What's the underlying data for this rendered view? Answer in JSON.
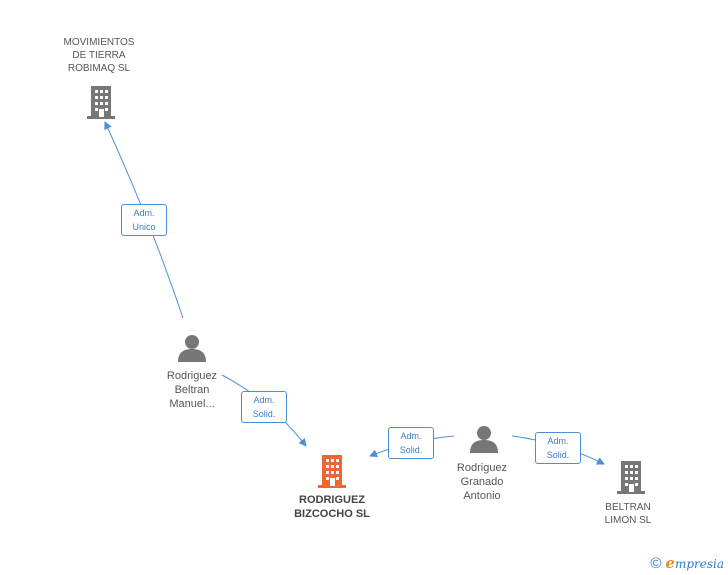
{
  "colors": {
    "edge": "#4a90d9",
    "person_icon": "#777777",
    "company_icon": "#777777",
    "main_company_icon": "#f06633"
  },
  "nodes": {
    "movimientos": {
      "label": "MOVIMIENTOS\nDE TIERRA\nROBIMAQ SL",
      "icon": "building-icon"
    },
    "rodriguez_beltran": {
      "label": "Rodriguez\nBeltran\nManuel...",
      "icon": "person-icon"
    },
    "rodriguez_bizcocho": {
      "label": "RODRIGUEZ\nBIZCOCHO SL",
      "icon": "building-icon"
    },
    "rodriguez_granado": {
      "label": "Rodriguez\nGranado\nAntonio",
      "icon": "person-icon"
    },
    "beltran_limon": {
      "label": "BELTRAN\nLIMON SL",
      "icon": "building-icon"
    }
  },
  "edges": {
    "adm_unico": "Adm.\nUnico",
    "adm_solid_1": "Adm.\nSolid.",
    "adm_solid_2": "Adm.\nSolid.",
    "adm_solid_3": "Adm.\nSolid."
  },
  "footer": {
    "copyright": "©",
    "brand_initial": "e",
    "brand_rest": "mpresia"
  }
}
